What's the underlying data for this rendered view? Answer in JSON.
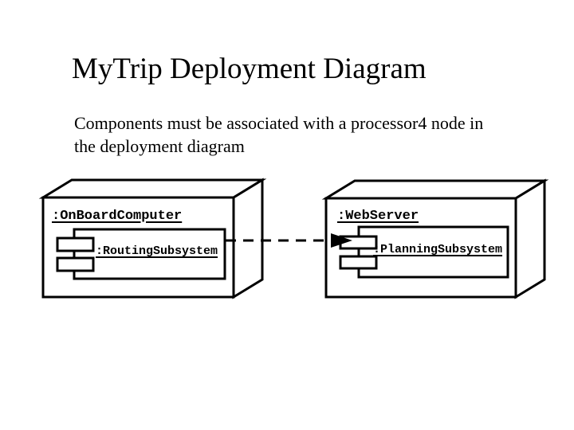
{
  "colors": {
    "background": "#ffffff",
    "ink": "#000000"
  },
  "slide": {
    "title": "MyTrip Deployment Diagram",
    "subtitle": "Components must be associated with a processor4 node in the deployment diagram"
  },
  "diagram": {
    "type": "uml-deployment",
    "nodes": [
      {
        "label": ":OnBoardComputer",
        "components": [
          {
            "label": ":RoutingSubsystem"
          }
        ]
      },
      {
        "label": ":WebServer",
        "components": [
          {
            "label": ":PlanningSubsystem"
          }
        ]
      }
    ],
    "connector": {
      "style": "dashed",
      "arrowhead": "solid-filled",
      "direction": "right",
      "from": ":RoutingSubsystem",
      "to": ":PlanningSubsystem"
    }
  }
}
